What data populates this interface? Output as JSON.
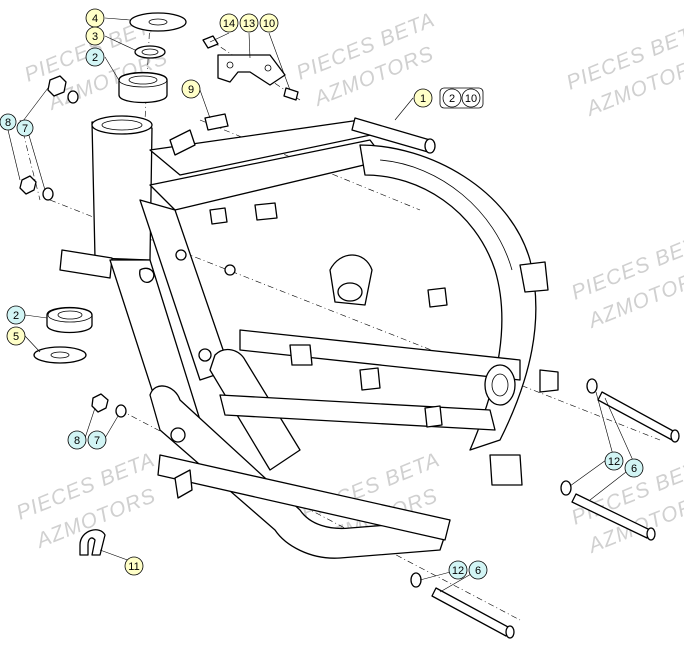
{
  "watermark": {
    "brand": "PIECES BETA",
    "site": "AZMOTORS"
  },
  "colors": {
    "yellow_callout": "#ffffc8",
    "blue_callout": "#d2f5f5",
    "callout_stroke": "#000000",
    "watermark": "#d0d0d0"
  },
  "callouts": {
    "c1": "1",
    "c2a": "2",
    "c10a": "10",
    "c4": "4",
    "c3": "3",
    "c2": "2",
    "c14": "14",
    "c13": "13",
    "c10": "10",
    "c9": "9",
    "c8a": "8",
    "c7a": "7",
    "c2b": "2",
    "c5": "5",
    "c8b": "8",
    "c7b": "7",
    "c11": "11",
    "c12a": "12",
    "c6a": "6",
    "c12b": "12",
    "c6b": "6"
  }
}
